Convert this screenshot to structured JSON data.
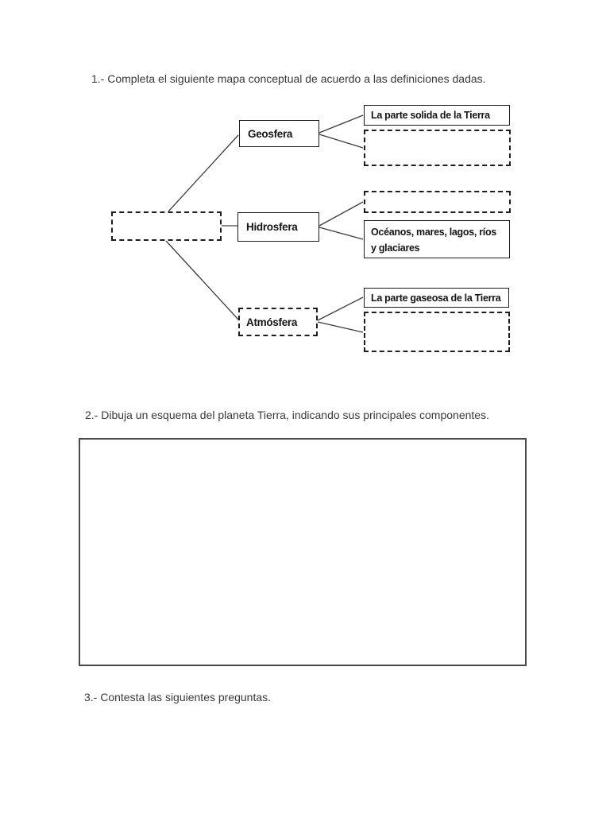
{
  "questions": {
    "q1": "1.- Completa el siguiente mapa conceptual de acuerdo a las definiciones dadas.",
    "q2": "2.- Dibuja un esquema del planeta Tierra, indicando sus principales componentes.",
    "q3": "3.- Contesta las siguientes preguntas."
  },
  "concept_map": {
    "root_label": "",
    "branches": {
      "geosfera": {
        "label": "Geosfera"
      },
      "hidrosfera": {
        "label": "Hidrosfera"
      },
      "atmosfera": {
        "label": "Atmósfera"
      }
    },
    "definitions": {
      "solida": "La parte solida de la Tierra",
      "oceanos": "Océanos, mares, lagos, ríos y glaciares",
      "gaseosa": "La parte gaseosa de la Tierra"
    },
    "blank_definition_count": 3
  },
  "colors": {
    "box_border": "#1c1c1c",
    "connector_line": "#3c3c3c",
    "drawing_box_border": "#4a4a4a",
    "text": "#3a3a3a"
  }
}
